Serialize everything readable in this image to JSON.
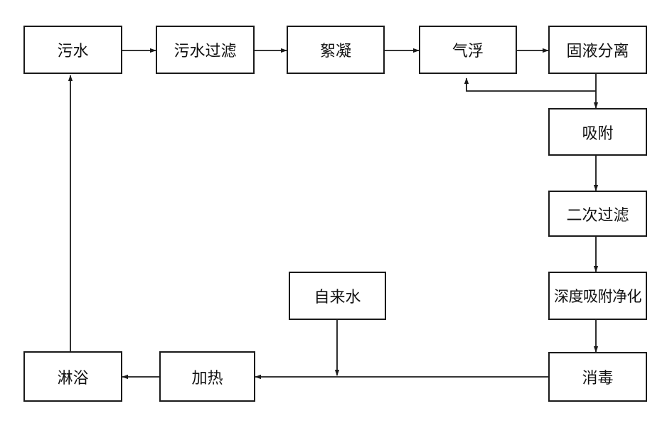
{
  "nodes": {
    "sewage": "污水",
    "sewage_filter": "污水过滤",
    "flocculation": "絮凝",
    "air_flotation": "气浮",
    "solid_liquid_separation": "固液分离",
    "adsorption": "吸附",
    "secondary_filtration": "二次过滤",
    "deep_adsorption_purification": "深度吸附净化",
    "disinfection": "消毒",
    "tap_water": "自来水",
    "heating": "加热",
    "shower": "淋浴"
  }
}
